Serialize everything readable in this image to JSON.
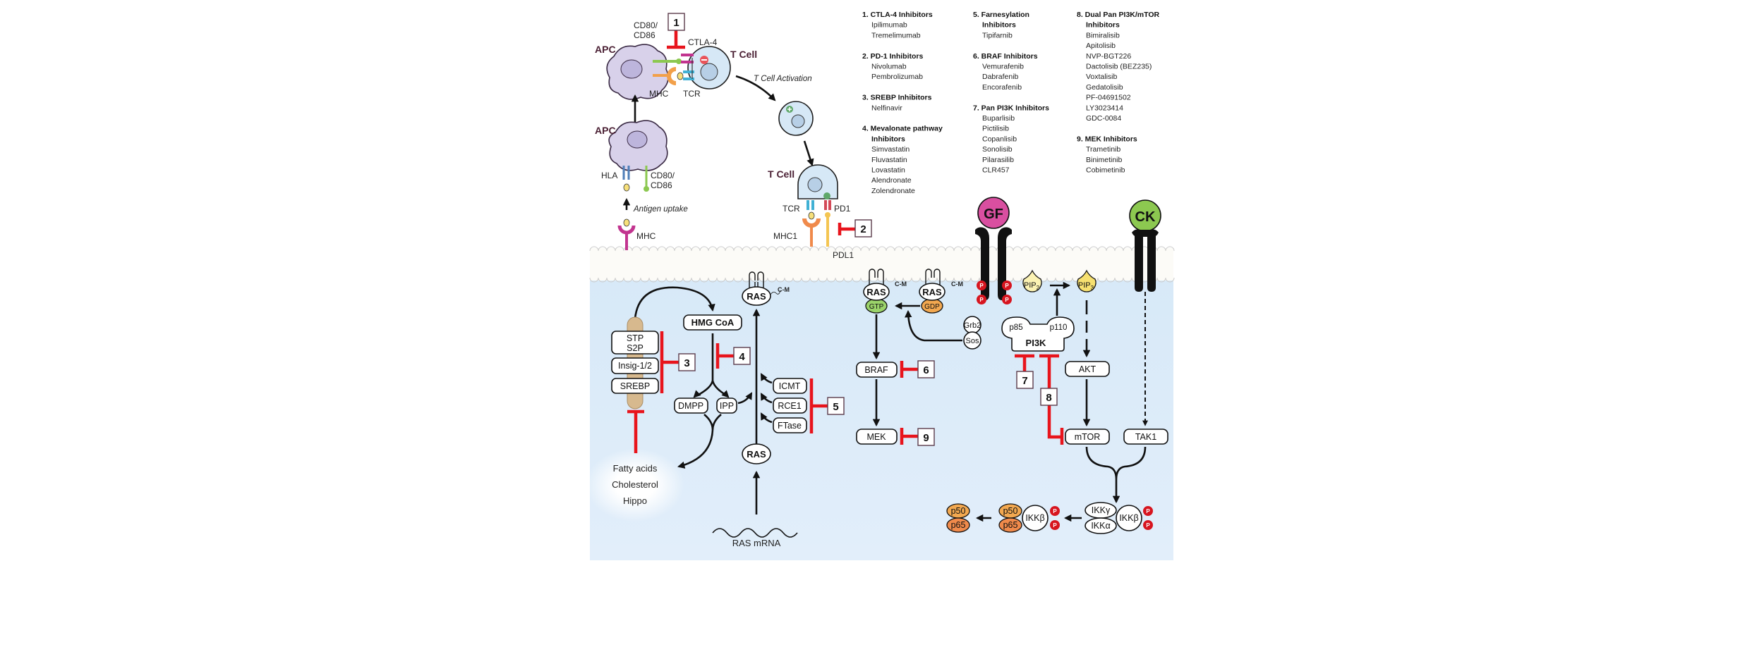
{
  "legend": {
    "columns": [
      [
        {
          "title": "1. CTLA-4 Inhibitors",
          "title2": "",
          "items": [
            "Ipilimumab",
            "Tremelimumab"
          ]
        },
        {
          "title": "2. PD-1 Inhibitors",
          "title2": "",
          "items": [
            "Nivolumab",
            "Pembrolizumab"
          ]
        },
        {
          "title": "3. SREBP Inhibitors",
          "title2": "",
          "items": [
            "Nelfinavir"
          ]
        },
        {
          "title": "4. Mevalonate pathway",
          "title2": "Inhibitors",
          "items": [
            "Simvastatin",
            "Fluvastatin",
            "Lovastatin",
            "Alendronate",
            "Zolendronate"
          ]
        }
      ],
      [
        {
          "title": "5. Farnesylation",
          "title2": "Inhibitors",
          "items": [
            "Tipifarnib"
          ]
        },
        {
          "title": "6. BRAF Inhibitors",
          "title2": "",
          "items": [
            "Vemurafenib",
            "Dabrafenib",
            "Encorafenib"
          ]
        },
        {
          "title": "7. Pan PI3K Inhibitors",
          "title2": "",
          "items": [
            "Buparlisib",
            "Pictilisib",
            "Copanlisib",
            "Sonolisib",
            "Pilarasilib",
            "CLR457"
          ]
        }
      ],
      [
        {
          "title": "8. Dual Pan PI3K/mTOR",
          "title2": "Inhibitors",
          "items": [
            "Bimiralisib",
            "Apitolisib",
            "NVP-BGT226",
            "Dactolisib (BEZ235)",
            "Voxtalisib",
            "Gedatolisib",
            "PF-04691502",
            "LY3023414",
            "GDC-0084"
          ]
        },
        {
          "title": "9. MEK Inhibitors",
          "title2": "",
          "items": [
            "Trametinib",
            "Binimetinib",
            "Cobimetinib"
          ]
        }
      ]
    ]
  },
  "immune": {
    "apc_top": "APC",
    "apc_bottom": "APC",
    "tcell_top": "T Cell",
    "tcell_bottom": "T Cell",
    "cd80_a": "CD80/",
    "cd86_a": "CD86",
    "ctla4": "CTLA-4",
    "mhc_top": "MHC",
    "tcr_top": "TCR",
    "activation": "T Cell Activation",
    "hla": "HLA",
    "cd80_b": "CD80/",
    "cd86_b": "CD86",
    "antigen_uptake": "Antigen uptake",
    "mhc_bottom": "MHC",
    "tcr_bottom": "TCR",
    "pd1": "PD1",
    "mhc1": "MHC1",
    "pdl1": "PDL1"
  },
  "inhibitor_numbers": [
    "1",
    "2",
    "3",
    "4",
    "5",
    "6",
    "7",
    "8",
    "9"
  ],
  "pathway": {
    "ras": "RAS",
    "cm": "C-M",
    "gtp": "GTP",
    "gdp": "GDP",
    "hmg_coa": "HMG CoA",
    "stp": "STP",
    "s2p": "S2P",
    "insig": "Insig-1/2",
    "srebp": "SREBP",
    "dmpp": "DMPP",
    "ipp": "IPP",
    "icmt": "ICMT",
    "rce1": "RCE1",
    "ftase": "FTase",
    "fatty": "Fatty acids",
    "cholesterol": "Cholesterol",
    "hippo": "Hippo",
    "ras_mrna": "RAS mRNA",
    "braf": "BRAF",
    "mek": "MEK",
    "gf": "GF",
    "ck": "CK",
    "p": "P",
    "grb2": "Grb2",
    "sos": "Sos",
    "p85": "p85",
    "p110": "p110",
    "pi3k": "PI3K",
    "pip": "PIP",
    "sub2": "2",
    "sub3": "3",
    "akt": "AKT",
    "mtor": "mTOR",
    "tak1": "TAK1",
    "ikkg": "IKKγ",
    "ikka": "IKKα",
    "ikkb": "IKKβ",
    "p50": "p50",
    "p65": "p65"
  },
  "colors": {
    "inhibitor_red": "#e8141c",
    "gf": "#d94fa0",
    "ck": "#8cc850",
    "cytoplasm": "#dcebf8",
    "phospho": "#d7151f"
  }
}
